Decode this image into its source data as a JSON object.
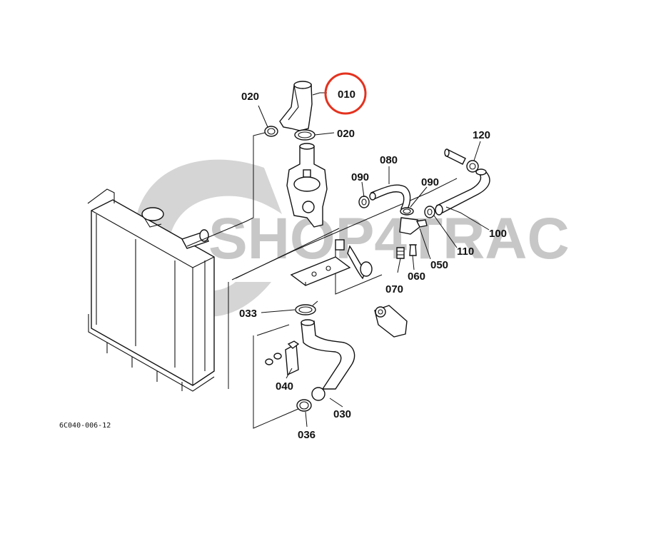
{
  "watermark": "SHOP4TRAC",
  "drawing_code": "6C040-006-12",
  "highlight_color": "#e4321f",
  "watermark_color": "#c7c7c7",
  "callouts": {
    "c010": "010",
    "c020a": "020",
    "c020b": "020",
    "c120": "120",
    "c080": "080",
    "c090a": "090",
    "c090b": "090",
    "c100": "100",
    "c110": "110",
    "c050": "050",
    "c060": "060",
    "c070": "070",
    "c033": "033",
    "c040": "040",
    "c030": "030",
    "c036": "036"
  }
}
